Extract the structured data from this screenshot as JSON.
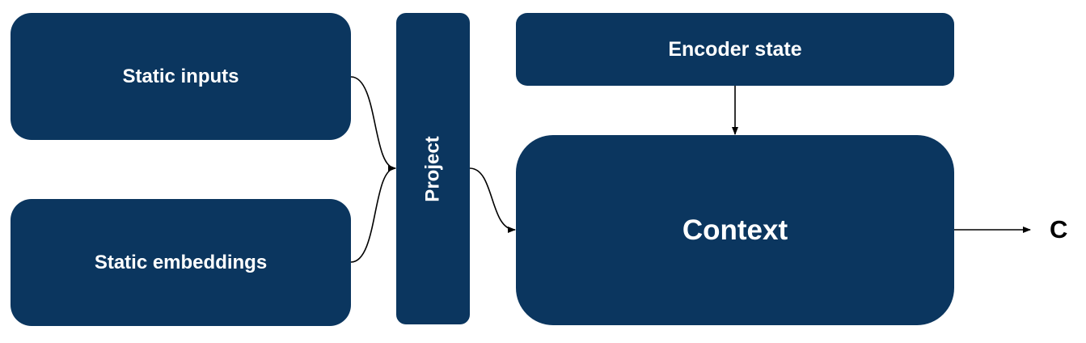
{
  "colors": {
    "node_fill": "#0b365f",
    "node_text": "#ffffff",
    "edge": "#000000"
  },
  "nodes": {
    "static_inputs": "Static inputs",
    "static_embeddings": "Static embeddings",
    "project": "Project",
    "encoder_state": "Encoder state",
    "context": "Context"
  },
  "output_label": "C",
  "edges": [
    {
      "from": "static_inputs",
      "to": "project"
    },
    {
      "from": "static_embeddings",
      "to": "project"
    },
    {
      "from": "project",
      "to": "context"
    },
    {
      "from": "encoder_state",
      "to": "context"
    },
    {
      "from": "context",
      "to": "output"
    }
  ]
}
